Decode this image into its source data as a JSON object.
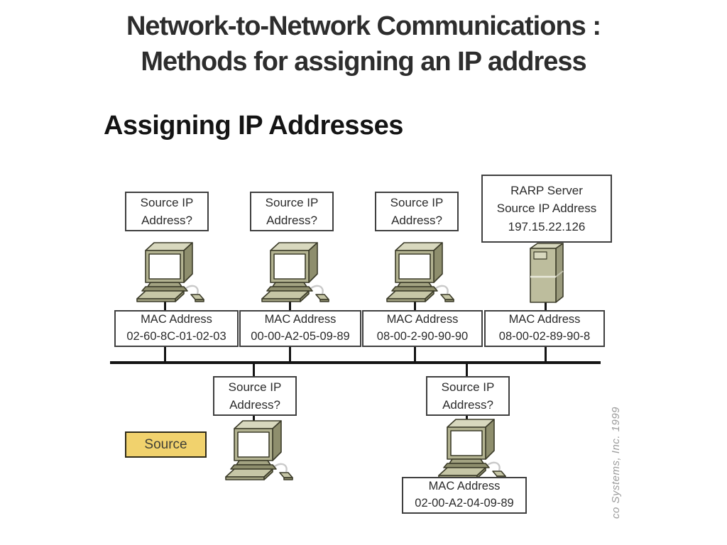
{
  "slide": {
    "title_line1": "Network-to-Network Communications :",
    "title_line2": "Methods for assigning an IP address",
    "heading": "Assigning IP Addresses",
    "copyright": "co Systems, Inc. 1999"
  },
  "diagram": {
    "top_nodes": [
      {
        "type": "workstation",
        "label_line1": "Source IP",
        "label_line2": "Address?",
        "mac_label": "MAC Address",
        "mac": "02-60-8C-01-02-03"
      },
      {
        "type": "workstation",
        "label_line1": "Source IP",
        "label_line2": "Address?",
        "mac_label": "MAC Address",
        "mac": "00-00-A2-05-09-89"
      },
      {
        "type": "workstation",
        "label_line1": "Source IP",
        "label_line2": "Address?",
        "mac_label": "MAC Address",
        "mac": "08-00-2-90-90-90"
      },
      {
        "type": "server",
        "label_line1": "RARP Server",
        "label_line2": "Source IP Address",
        "label_line3": "197.15.22.126",
        "mac_label": "MAC Address",
        "mac": "08-00-02-89-90-8"
      }
    ],
    "bottom_nodes": [
      {
        "type": "workstation",
        "label_line1": "Source IP",
        "label_line2": "Address?"
      },
      {
        "type": "workstation",
        "label_line1": "Source IP",
        "label_line2": "Address?",
        "mac_label": "MAC Address",
        "mac": "02-00-A2-04-09-89"
      }
    ],
    "source_tag": "Source",
    "icons": {
      "workstation": "desktop-computer-icon",
      "server": "tower-server-icon"
    },
    "colors": {
      "tag_yellow": "#f1d26d",
      "machine_body": "#b3b391",
      "machine_shadow": "#8e8e6d",
      "machine_light": "#d8d8be",
      "line_black": "#141414"
    }
  }
}
